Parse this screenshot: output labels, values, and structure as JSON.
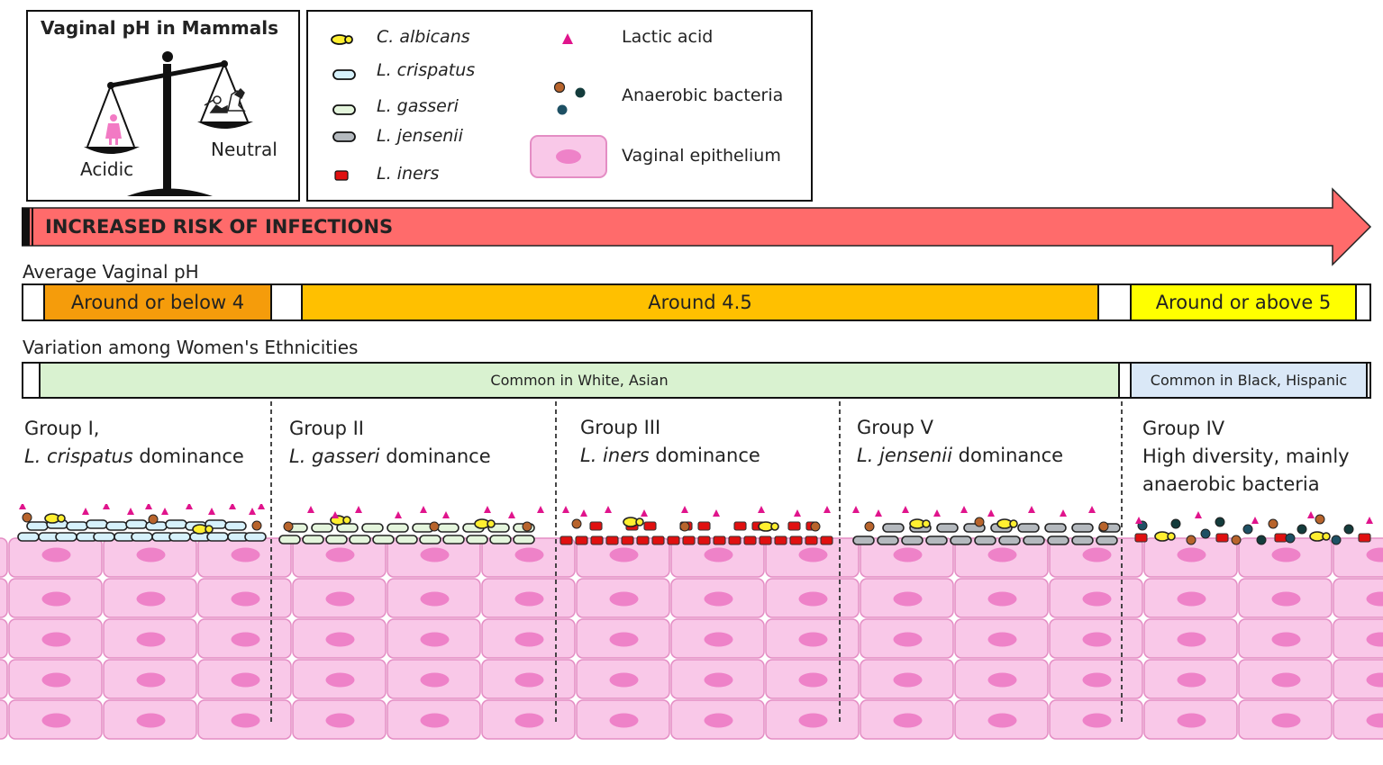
{
  "scale": {
    "title": "Vaginal pH in Mammals",
    "left_label": "Acidic",
    "right_label": "Neutral"
  },
  "legend": {
    "items": [
      {
        "label": "C. albicans",
        "icon": "c-albicans-icon",
        "italic": true
      },
      {
        "label": "L. crispatus",
        "icon": "l-crispatus-icon",
        "italic": true
      },
      {
        "label": "L. gasseri",
        "icon": "l-gasseri-icon",
        "italic": true
      },
      {
        "label": "L. jensenii",
        "icon": "l-jensenii-icon",
        "italic": true
      },
      {
        "label": "L. iners",
        "icon": "l-iners-icon",
        "italic": true
      },
      {
        "label": "Lactic acid",
        "icon": "lactic-acid-icon",
        "italic": false
      },
      {
        "label": "Anaerobic bacteria",
        "icon": "anaerobic-bacteria-icon",
        "italic": false
      },
      {
        "label": "Vaginal epithelium",
        "icon": "vaginal-epithelium-icon",
        "italic": false
      }
    ]
  },
  "risk_arrow": {
    "label": "INCREASED RISK OF INFECTIONS",
    "color": "#ff6b6b"
  },
  "ph_bar": {
    "title": "Average Vaginal pH",
    "segments": [
      {
        "label": "Around or below 4",
        "color": "#f59c0b"
      },
      {
        "label": "Around 4.5",
        "color": "#ffc000"
      },
      {
        "label": "Around or above 5",
        "color": "#ffff00"
      }
    ]
  },
  "ethnicity_bar": {
    "title": "Variation among Women's Ethnicities",
    "segments": [
      {
        "label": "Common in White, Asian",
        "color": "#d9f2d0"
      },
      {
        "label": "Common in Black, Hispanic",
        "color": "#dae8f7"
      }
    ]
  },
  "groups": [
    {
      "name": "Group I,",
      "species": "L. crispatus",
      "suffix": " dominance"
    },
    {
      "name": "Group II",
      "species": "L. gasseri",
      "suffix": " dominance"
    },
    {
      "name": "Group III",
      "species": "L. iners",
      "suffix": " dominance"
    },
    {
      "name": "Group V",
      "species": "L. jensenii",
      "suffix": " dominance"
    },
    {
      "name": "Group IV",
      "line2": "High diversity, mainly",
      "line3": "anaerobic bacteria"
    }
  ],
  "colors": {
    "epithelium": "#f9c8e8",
    "nucleus": "#ee82c8",
    "lactic": "#e0148c",
    "crispatus": "#d6f1fb",
    "gasseri": "#e4f5dc",
    "jensenii": "#b4b9be",
    "iners": "#e01010",
    "albicans": "#ffef30",
    "anaerobe_brown": "#b8642c",
    "anaerobe_teal": "#1e5064",
    "anaerobe_dark": "#143c3c"
  }
}
